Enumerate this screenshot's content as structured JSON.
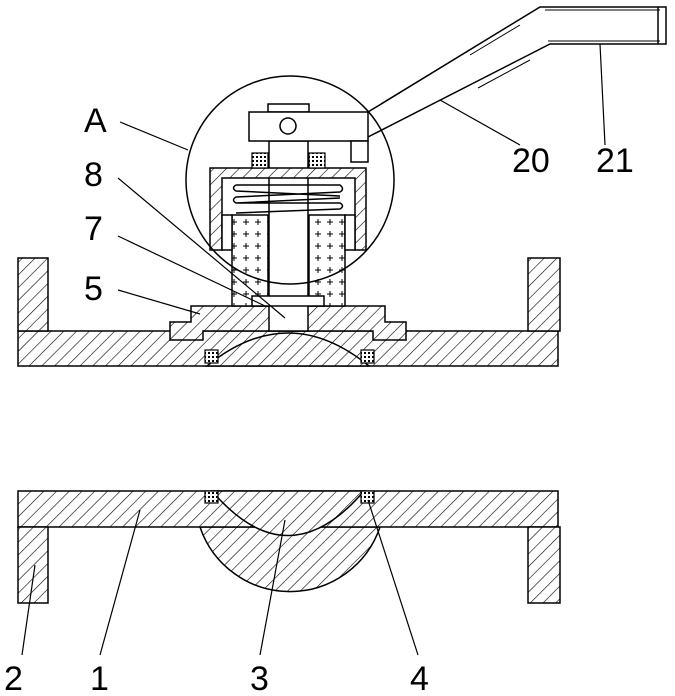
{
  "figure": {
    "labels": {
      "A": "A",
      "part_8": "8",
      "part_7": "7",
      "part_5": "5",
      "part_20": "20",
      "part_21": "21",
      "part_2": "2",
      "part_1": "1",
      "part_3": "3",
      "part_4": "4"
    }
  }
}
